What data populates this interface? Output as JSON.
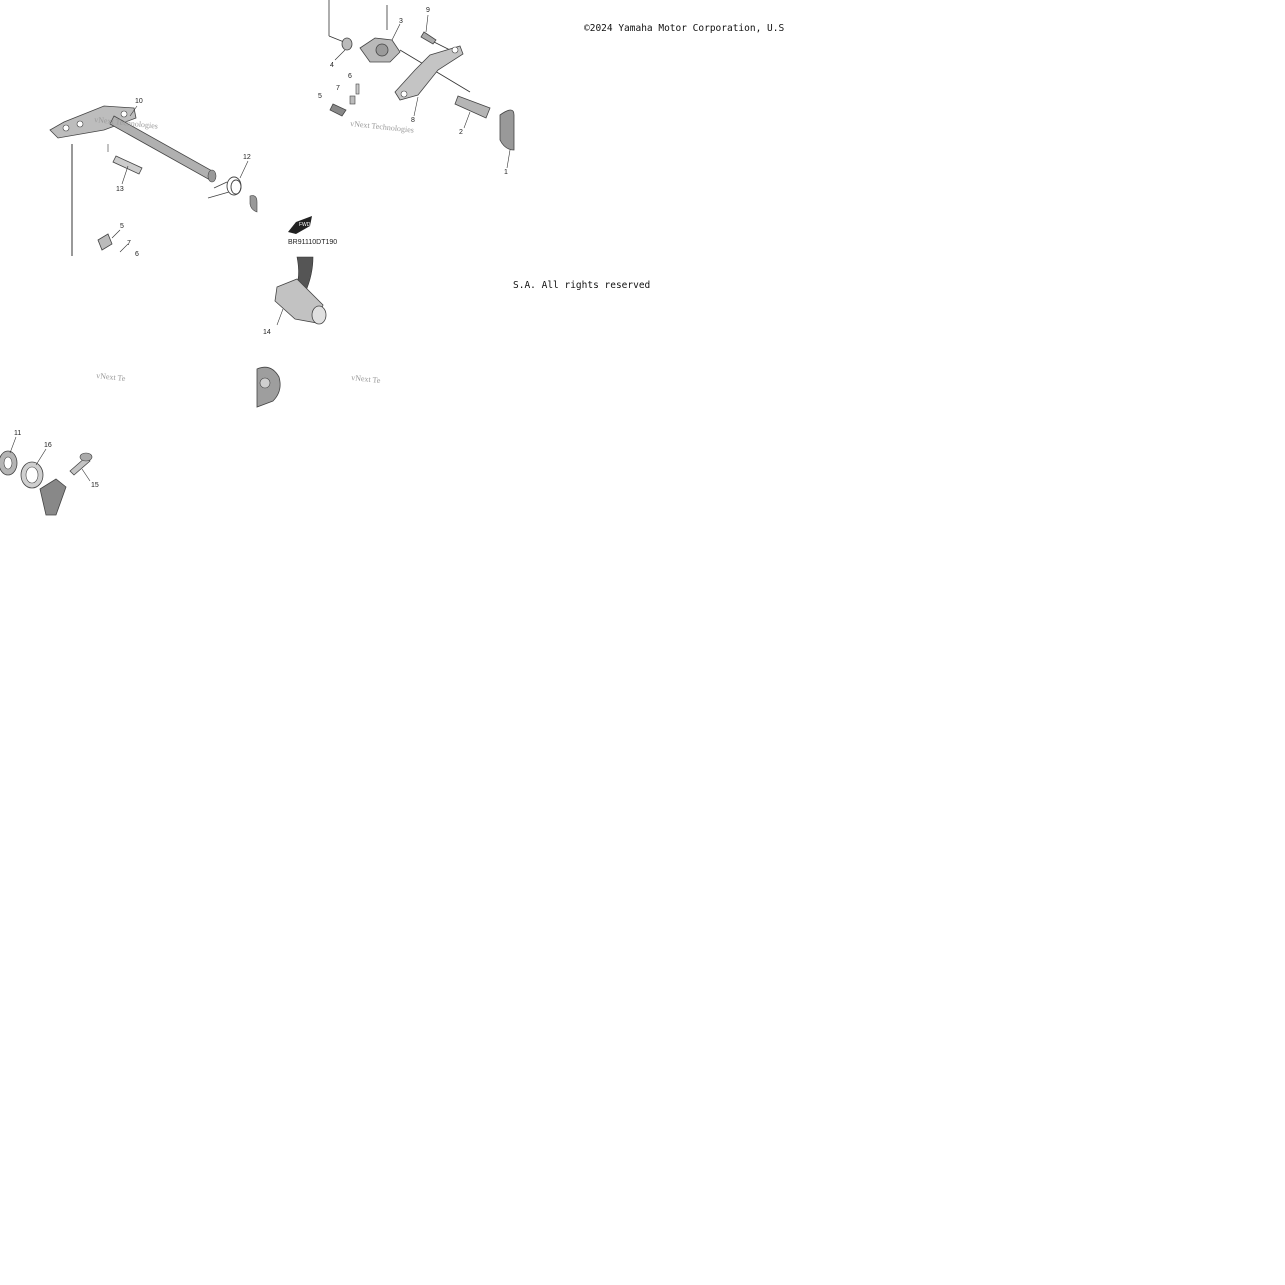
{
  "copyright_line_1": "©2024 Yamaha Motor Corporation, U.S",
  "copyright_line_2": "S.A. All rights reserved",
  "diagram_code": "BR91110DT190",
  "watermark": "vNext Technologies",
  "watermark_partial": "vNext Te",
  "callouts": {
    "top": [
      "3",
      "9",
      "4",
      "6",
      "7",
      "5",
      "8",
      "2",
      "1"
    ],
    "left": [
      "10",
      "12",
      "13",
      "5",
      "7",
      "6"
    ],
    "middle": [
      "14"
    ],
    "bottom": [
      "11",
      "16",
      "15"
    ]
  }
}
